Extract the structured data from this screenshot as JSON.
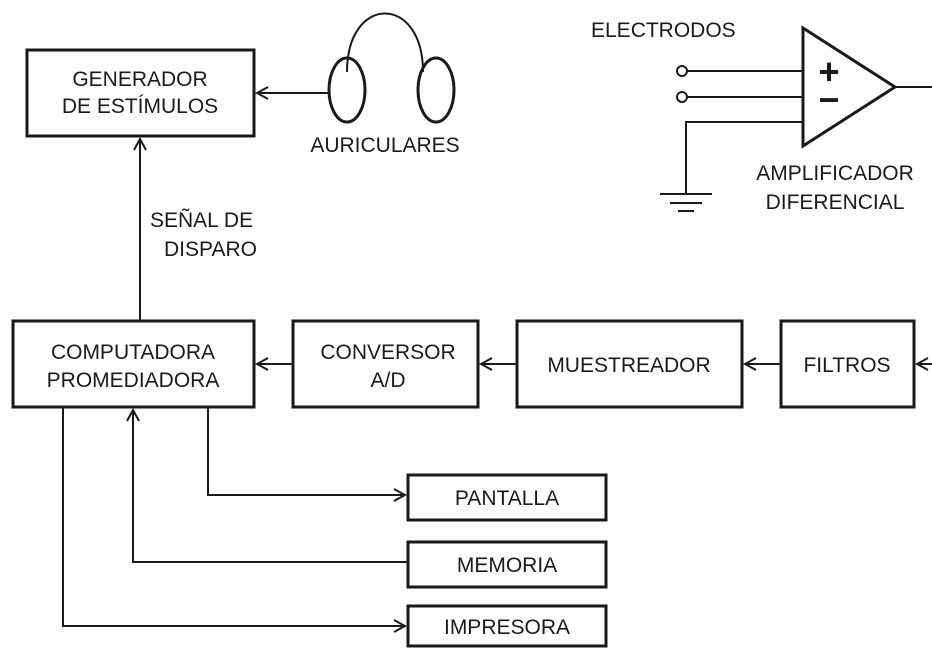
{
  "blocks": {
    "generator": {
      "line1": "GENERADOR",
      "line2": "DE ESTÍMULOS"
    },
    "computer": {
      "line1": "COMPUTADORA",
      "line2": "PROMEDIADORA"
    },
    "converter": {
      "line1": "CONVERSOR",
      "line2": "A/D"
    },
    "sampler": {
      "label": "MUESTREADOR"
    },
    "filters": {
      "label": "FILTROS"
    },
    "screen": {
      "label": "PANTALLA"
    },
    "memory": {
      "label": "MEMORIA"
    },
    "printer": {
      "label": "IMPRESORA"
    }
  },
  "labels": {
    "headphones": "AURICULARES",
    "electrodes": "ELECTRODOS",
    "trigger_line1": "SEÑAL DE",
    "trigger_line2": "DISPARO",
    "amplifier_line1": "AMPLIFICADOR",
    "amplifier_line2": "DIFERENCIAL",
    "plus_sign": "+",
    "minus_sign": "−"
  }
}
